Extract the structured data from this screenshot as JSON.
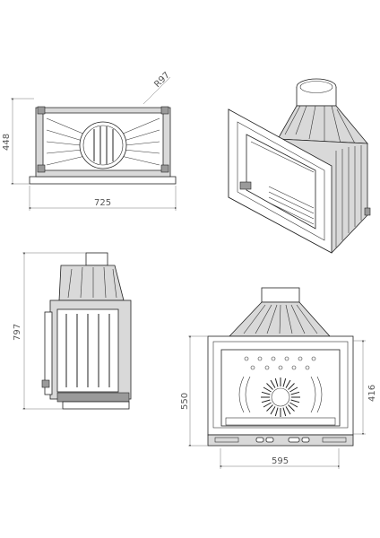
{
  "drawing": {
    "top_view": {
      "radius_label": "R97",
      "height_label": "448",
      "width_label": "725"
    },
    "side_view": {
      "height_label": "797"
    },
    "front_view": {
      "height_label": "550",
      "door_height_label": "416",
      "width_label": "595"
    }
  }
}
